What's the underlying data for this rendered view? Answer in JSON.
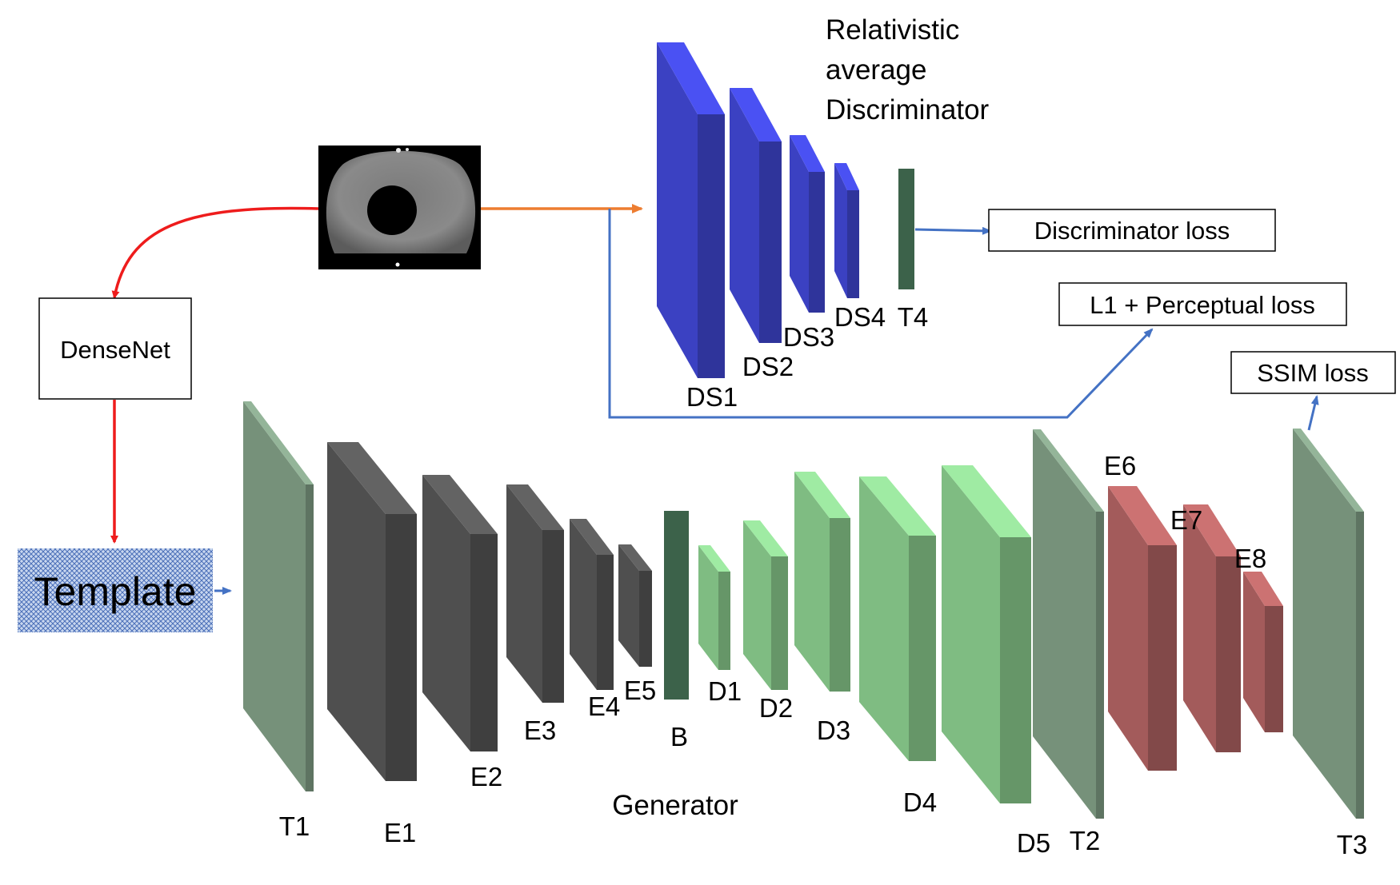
{
  "title": {
    "line1": "Relativistic",
    "line2": "average",
    "line3": "Discriminator"
  },
  "boxes": {
    "densenet": "DenseNet",
    "template": "Template",
    "disc_loss": "Discriminator loss",
    "l1_loss": "L1 + Perceptual loss",
    "ssim_loss": "SSIM loss"
  },
  "generator_label": "Generator",
  "discriminator_layers": [
    {
      "name": "DS1"
    },
    {
      "name": "DS2"
    },
    {
      "name": "DS3"
    },
    {
      "name": "DS4"
    },
    {
      "name": "T4"
    }
  ],
  "generator_layers": [
    {
      "name": "T1"
    },
    {
      "name": "E1"
    },
    {
      "name": "E2"
    },
    {
      "name": "E3"
    },
    {
      "name": "E4"
    },
    {
      "name": "E5"
    },
    {
      "name": "B"
    },
    {
      "name": "D1"
    },
    {
      "name": "D2"
    },
    {
      "name": "D3"
    },
    {
      "name": "D4"
    },
    {
      "name": "D5"
    },
    {
      "name": "T2"
    },
    {
      "name": "E6"
    },
    {
      "name": "E7"
    },
    {
      "name": "E8"
    },
    {
      "name": "T3"
    }
  ],
  "colors": {
    "dark_green": "#4b7b5c",
    "pale_green": "#76917a",
    "light_green": "#7fbc82",
    "gray": "#4f4f4f",
    "blue": "#3b41c2",
    "red": "#a35b5b",
    "red_arrow": "#ee1c1c",
    "orange_arrow": "#ed7d31",
    "blue_arrow": "#4472c4"
  }
}
